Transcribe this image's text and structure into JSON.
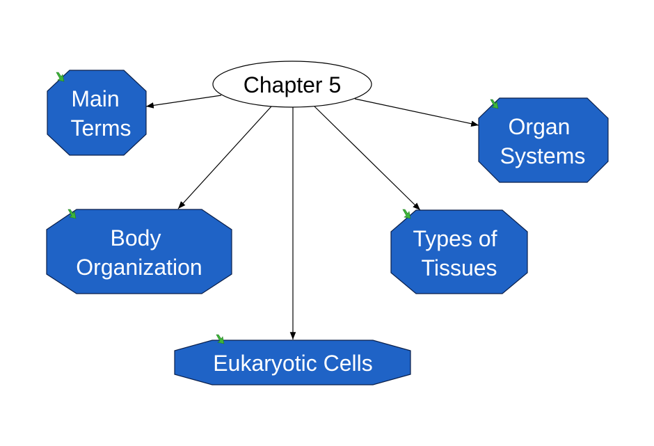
{
  "diagram": {
    "root": {
      "label": "Chapter 5"
    },
    "nodes": [
      {
        "id": "main-terms",
        "lines": [
          "Main",
          "Terms"
        ]
      },
      {
        "id": "organ-systems",
        "lines": [
          "Organ",
          "Systems"
        ]
      },
      {
        "id": "body-organization",
        "lines": [
          "Body",
          "Organization"
        ]
      },
      {
        "id": "types-of-tissues",
        "lines": [
          "Types of",
          "Tissues"
        ]
      },
      {
        "id": "eukaryotic-cells",
        "lines": [
          "Eukaryotic Cells"
        ]
      }
    ],
    "edges": [
      {
        "from": "root",
        "to": "main-terms"
      },
      {
        "from": "root",
        "to": "organ-systems"
      },
      {
        "from": "root",
        "to": "body-organization"
      },
      {
        "from": "root",
        "to": "types-of-tissues"
      },
      {
        "from": "root",
        "to": "eukaryotic-cells"
      }
    ],
    "colors": {
      "node_fill": "#1f63c6",
      "node_stroke": "#0a1f4a",
      "node_text": "#ffffff",
      "root_fill": "#ffffff",
      "root_stroke": "#000000",
      "root_text": "#000000",
      "edge": "#000000",
      "link_arrow": "#3fb43a"
    },
    "link_icon": "hyperlink-arrow-icon"
  }
}
